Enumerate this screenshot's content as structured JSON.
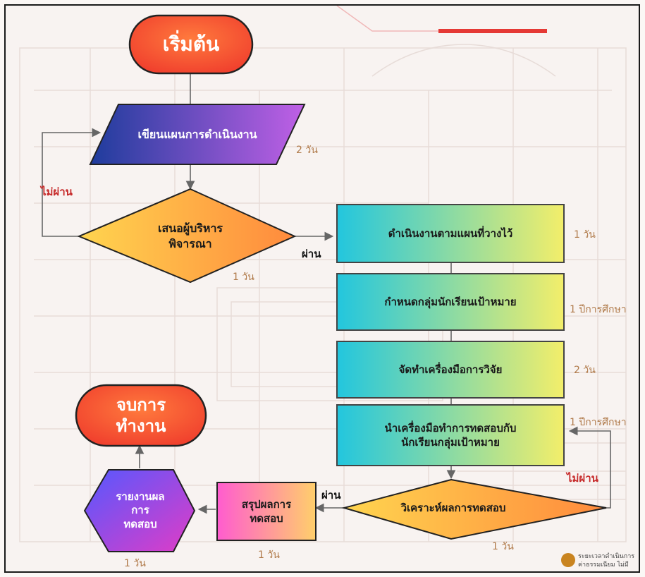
{
  "nodes": {
    "start": "เริ่มต้น",
    "plan": "เขียนแผนการดำเนินงาน",
    "propose": [
      "เสนอผู้บริหาร",
      "พิจารณา"
    ],
    "execute": "ดำเนินงานตามแผนที่วางไว้",
    "target": "กำหนดกลุ่มนักเรียนเป้าหมาย",
    "tools": "จัดทำเครื่องมือการวิจัย",
    "testing": [
      "นำเครื่องมือทำการทดสอบกับ",
      "นักเรียนกลุ่มเป้าหมาย"
    ],
    "analyze": "วิเคราะห์ผลการทดสอบ",
    "summary": [
      "สรุปผลการ",
      "ทดสอบ"
    ],
    "report": [
      "รายงานผล",
      "การ",
      "ทดสอบ"
    ],
    "end": [
      "จบการ",
      "ทำงาน"
    ]
  },
  "durations": {
    "plan": "2 วัน",
    "propose": "1 วัน",
    "execute": "1 วัน",
    "target": "1 ปีการศึกษา",
    "tools": "2 วัน",
    "testing": "1 ปีการศึกษา",
    "analyze": "1 วัน",
    "summary": "1 วัน",
    "report": "1 วัน"
  },
  "labels": {
    "fail_top": "ไม่ผ่าน",
    "pass_top": "ผ่าน",
    "fail_bottom": "ไม่ผ่าน",
    "pass_bottom": "ผ่าน"
  },
  "legend": {
    "line1": "ระยะเวลาดำเนินการ",
    "line2": "ค่าธรรมเนียม ไม่มี"
  },
  "colors": {
    "start_fill": "#f44b2e",
    "end_fill": "#f44b2e",
    "rect_gradient": [
      "#22c6de",
      "#f3ee6a"
    ],
    "diamond_gradient": [
      "#ffd54f",
      "#ff8a3d"
    ],
    "plan_gradient": [
      "#1e3c9c",
      "#c060e6"
    ],
    "summary_gradient": [
      "#ff5ccf",
      "#ffcf6b"
    ],
    "report_gradient": [
      "#5558ff",
      "#e13cc6"
    ],
    "fail_text": "#c62828",
    "duration_text": "#b07a4a",
    "legend_dot": "#c98420"
  }
}
